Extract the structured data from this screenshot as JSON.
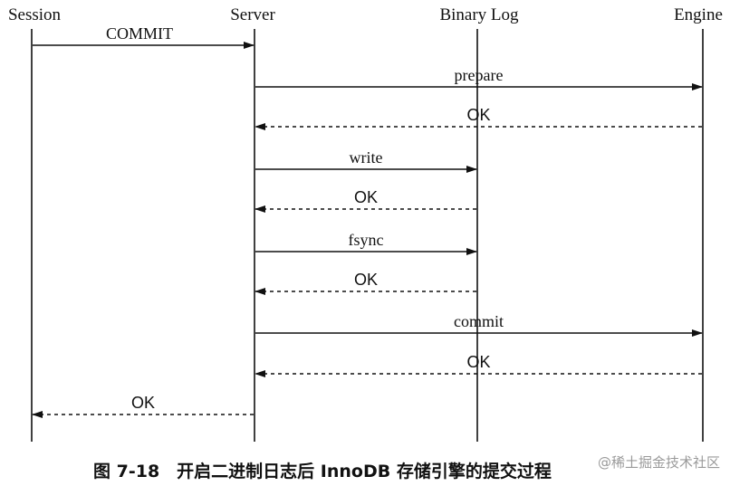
{
  "diagram": {
    "type": "sequence",
    "participants": [
      {
        "id": "session",
        "label": "Session"
      },
      {
        "id": "server",
        "label": "Server"
      },
      {
        "id": "binlog",
        "label": "Binary Log"
      },
      {
        "id": "engine",
        "label": "Engine"
      }
    ],
    "messages": [
      {
        "from": "session",
        "to": "server",
        "label": "COMMIT",
        "style": "solid"
      },
      {
        "from": "server",
        "to": "engine",
        "label": "prepare",
        "style": "solid"
      },
      {
        "from": "engine",
        "to": "server",
        "label": "OK",
        "style": "dashed"
      },
      {
        "from": "server",
        "to": "binlog",
        "label": "write",
        "style": "solid"
      },
      {
        "from": "binlog",
        "to": "server",
        "label": "OK",
        "style": "dashed"
      },
      {
        "from": "server",
        "to": "binlog",
        "label": "fsync",
        "style": "solid"
      },
      {
        "from": "binlog",
        "to": "server",
        "label": "OK",
        "style": "dashed"
      },
      {
        "from": "server",
        "to": "engine",
        "label": "commit",
        "style": "solid"
      },
      {
        "from": "engine",
        "to": "server",
        "label": "OK",
        "style": "dashed"
      },
      {
        "from": "server",
        "to": "session",
        "label": "OK",
        "style": "dashed"
      }
    ],
    "caption": "图 7-18　开启二进制日志后 InnoDB 存储引擎的提交过程",
    "watermark": "@稀土掘金技术社区"
  }
}
